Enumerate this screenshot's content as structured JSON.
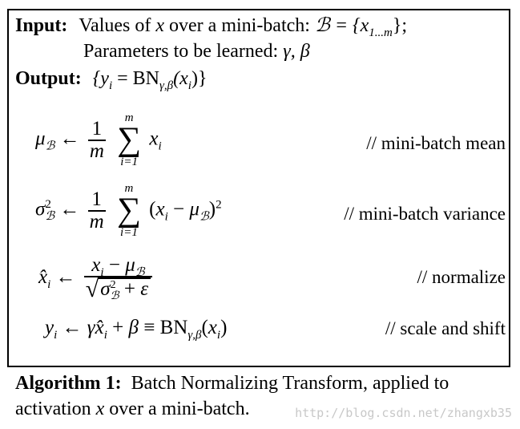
{
  "input": {
    "label": "Input:",
    "line1_text": "Values of",
    "line1_var": "x",
    "line1_rest": "over a mini-batch:",
    "batch_expr": "ℬ = {x",
    "batch_sub": "1...m",
    "batch_end": "};",
    "line2_text": "Parameters to be learned:",
    "line2_params": "γ, β"
  },
  "output": {
    "label": "Output:",
    "expr_open": "{y",
    "expr_sub_i": "i",
    "expr_eq": " = BN",
    "expr_bn_sub": "γ,β",
    "expr_arg": "(x",
    "expr_arg_sub": "i",
    "expr_close": ")}"
  },
  "equations": [
    {
      "comment": "// mini-batch mean"
    },
    {
      "comment": "// mini-batch variance"
    },
    {
      "comment": "// normalize"
    },
    {
      "comment": "// scale and shift"
    }
  ],
  "math": {
    "mu": "μ",
    "sigma": "σ",
    "calB": "ℬ",
    "arrow": "←",
    "one": "1",
    "m": "m",
    "sum": "∑",
    "sum_upper": "m",
    "sum_lower": "i=1",
    "x": "x",
    "i": "i",
    "two": "2",
    "minus": "−",
    "epsilon": "ε",
    "plus": "+",
    "radical": "√",
    "xhat": "x̂",
    "y": "y",
    "gamma": "γ",
    "beta": "β",
    "equiv": "≡",
    "bn": "BN",
    "bn_sub": "γ,β"
  },
  "caption": {
    "label": "Algorithm 1:",
    "text1": "Batch Normalizing Transform, applied to",
    "text2a": "activation",
    "var": "x",
    "text2b": "over a mini-batch."
  },
  "watermark": "http://blog.csdn.net/zhangxb35"
}
